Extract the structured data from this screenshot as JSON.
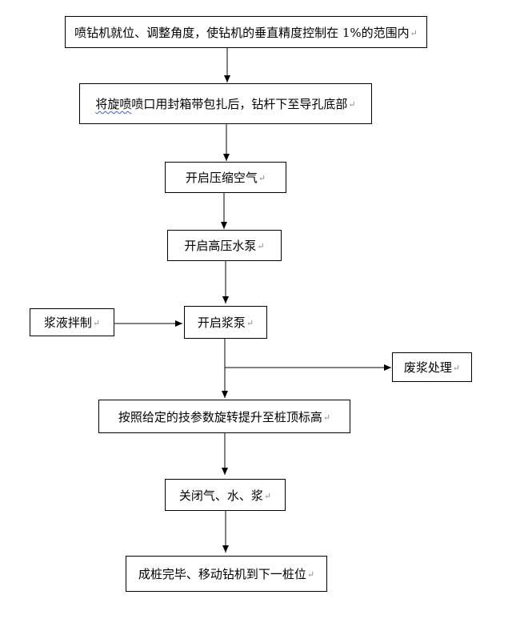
{
  "nodes": {
    "n1": {
      "label": "喷钻机就位、调整角度，使钻机的垂直精度控制在 1%的范围内"
    },
    "n2": {
      "label_underlined": "将旋喷",
      "label_rest": "喷口用封箱带包扎后，钻杆下至导孔底部"
    },
    "n3": {
      "label": "开启压缩空气"
    },
    "n4": {
      "label": "开启高压水泵"
    },
    "n5": {
      "label": "开启浆泵"
    },
    "n6": {
      "label": "浆液拌制"
    },
    "n7": {
      "label": "废浆处理"
    },
    "n8": {
      "label": "按照给定的技参数旋转提升至桩顶标高"
    },
    "n9": {
      "label": "关闭气、水、浆"
    },
    "n10": {
      "label": "成桩完毕、移动钻机到下一桩位"
    }
  },
  "paragraph_mark": "↵"
}
